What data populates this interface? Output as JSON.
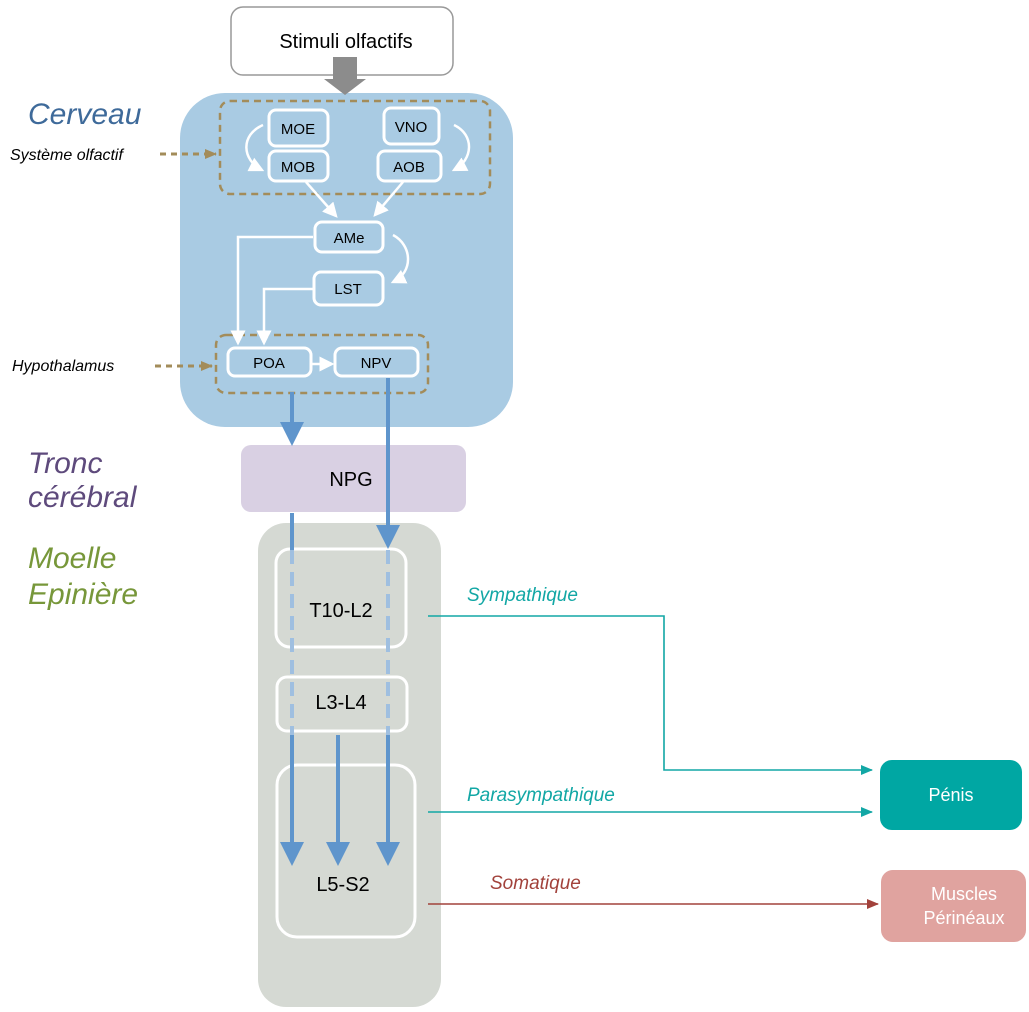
{
  "input": {
    "label": "Stimuli olfactifs"
  },
  "regions": {
    "brain": "Cerveau",
    "brainstem_line1": "Tronc",
    "brainstem_line2": "cérébral",
    "spinal_line1": "Moelle",
    "spinal_line2": "Epinière"
  },
  "side_labels": {
    "olfactory": "Système olfactif",
    "hypothalamus": "Hypothalamus"
  },
  "nodes": {
    "moe": "MOE",
    "vno": "VNO",
    "mob": "MOB",
    "aob": "AOB",
    "ame": "AMe",
    "lst": "LST",
    "poa": "POA",
    "npv": "NPV",
    "npg": "NPG"
  },
  "segments": {
    "thoracolumbar": "T10-L2",
    "lumbar": "L3-L4",
    "sacral": "L5-S2"
  },
  "pathways": {
    "sympathetic": "Sympathique",
    "parasympathetic": "Parasympathique",
    "somatic": "Somatique"
  },
  "targets": {
    "penis": "Pénis",
    "muscles_line1": "Muscles",
    "muscles_line2": "Périnéaux"
  },
  "colors": {
    "brain_bg": "#a9cbe3",
    "brainstem_bg": "#d9d0e3",
    "spinal_bg": "#d5d9d3",
    "olfactory_dash": "#a38c5a",
    "neural_arrow": "#5f95cc",
    "autonomic": "#12a7a5",
    "somatic": "#a2423b",
    "penis_box": "#00a7a3",
    "muscles_box": "#e0a39f",
    "brain_label": "#3e6a9a",
    "brainstem_label": "#5e4a7c",
    "spinal_label": "#77973a"
  }
}
